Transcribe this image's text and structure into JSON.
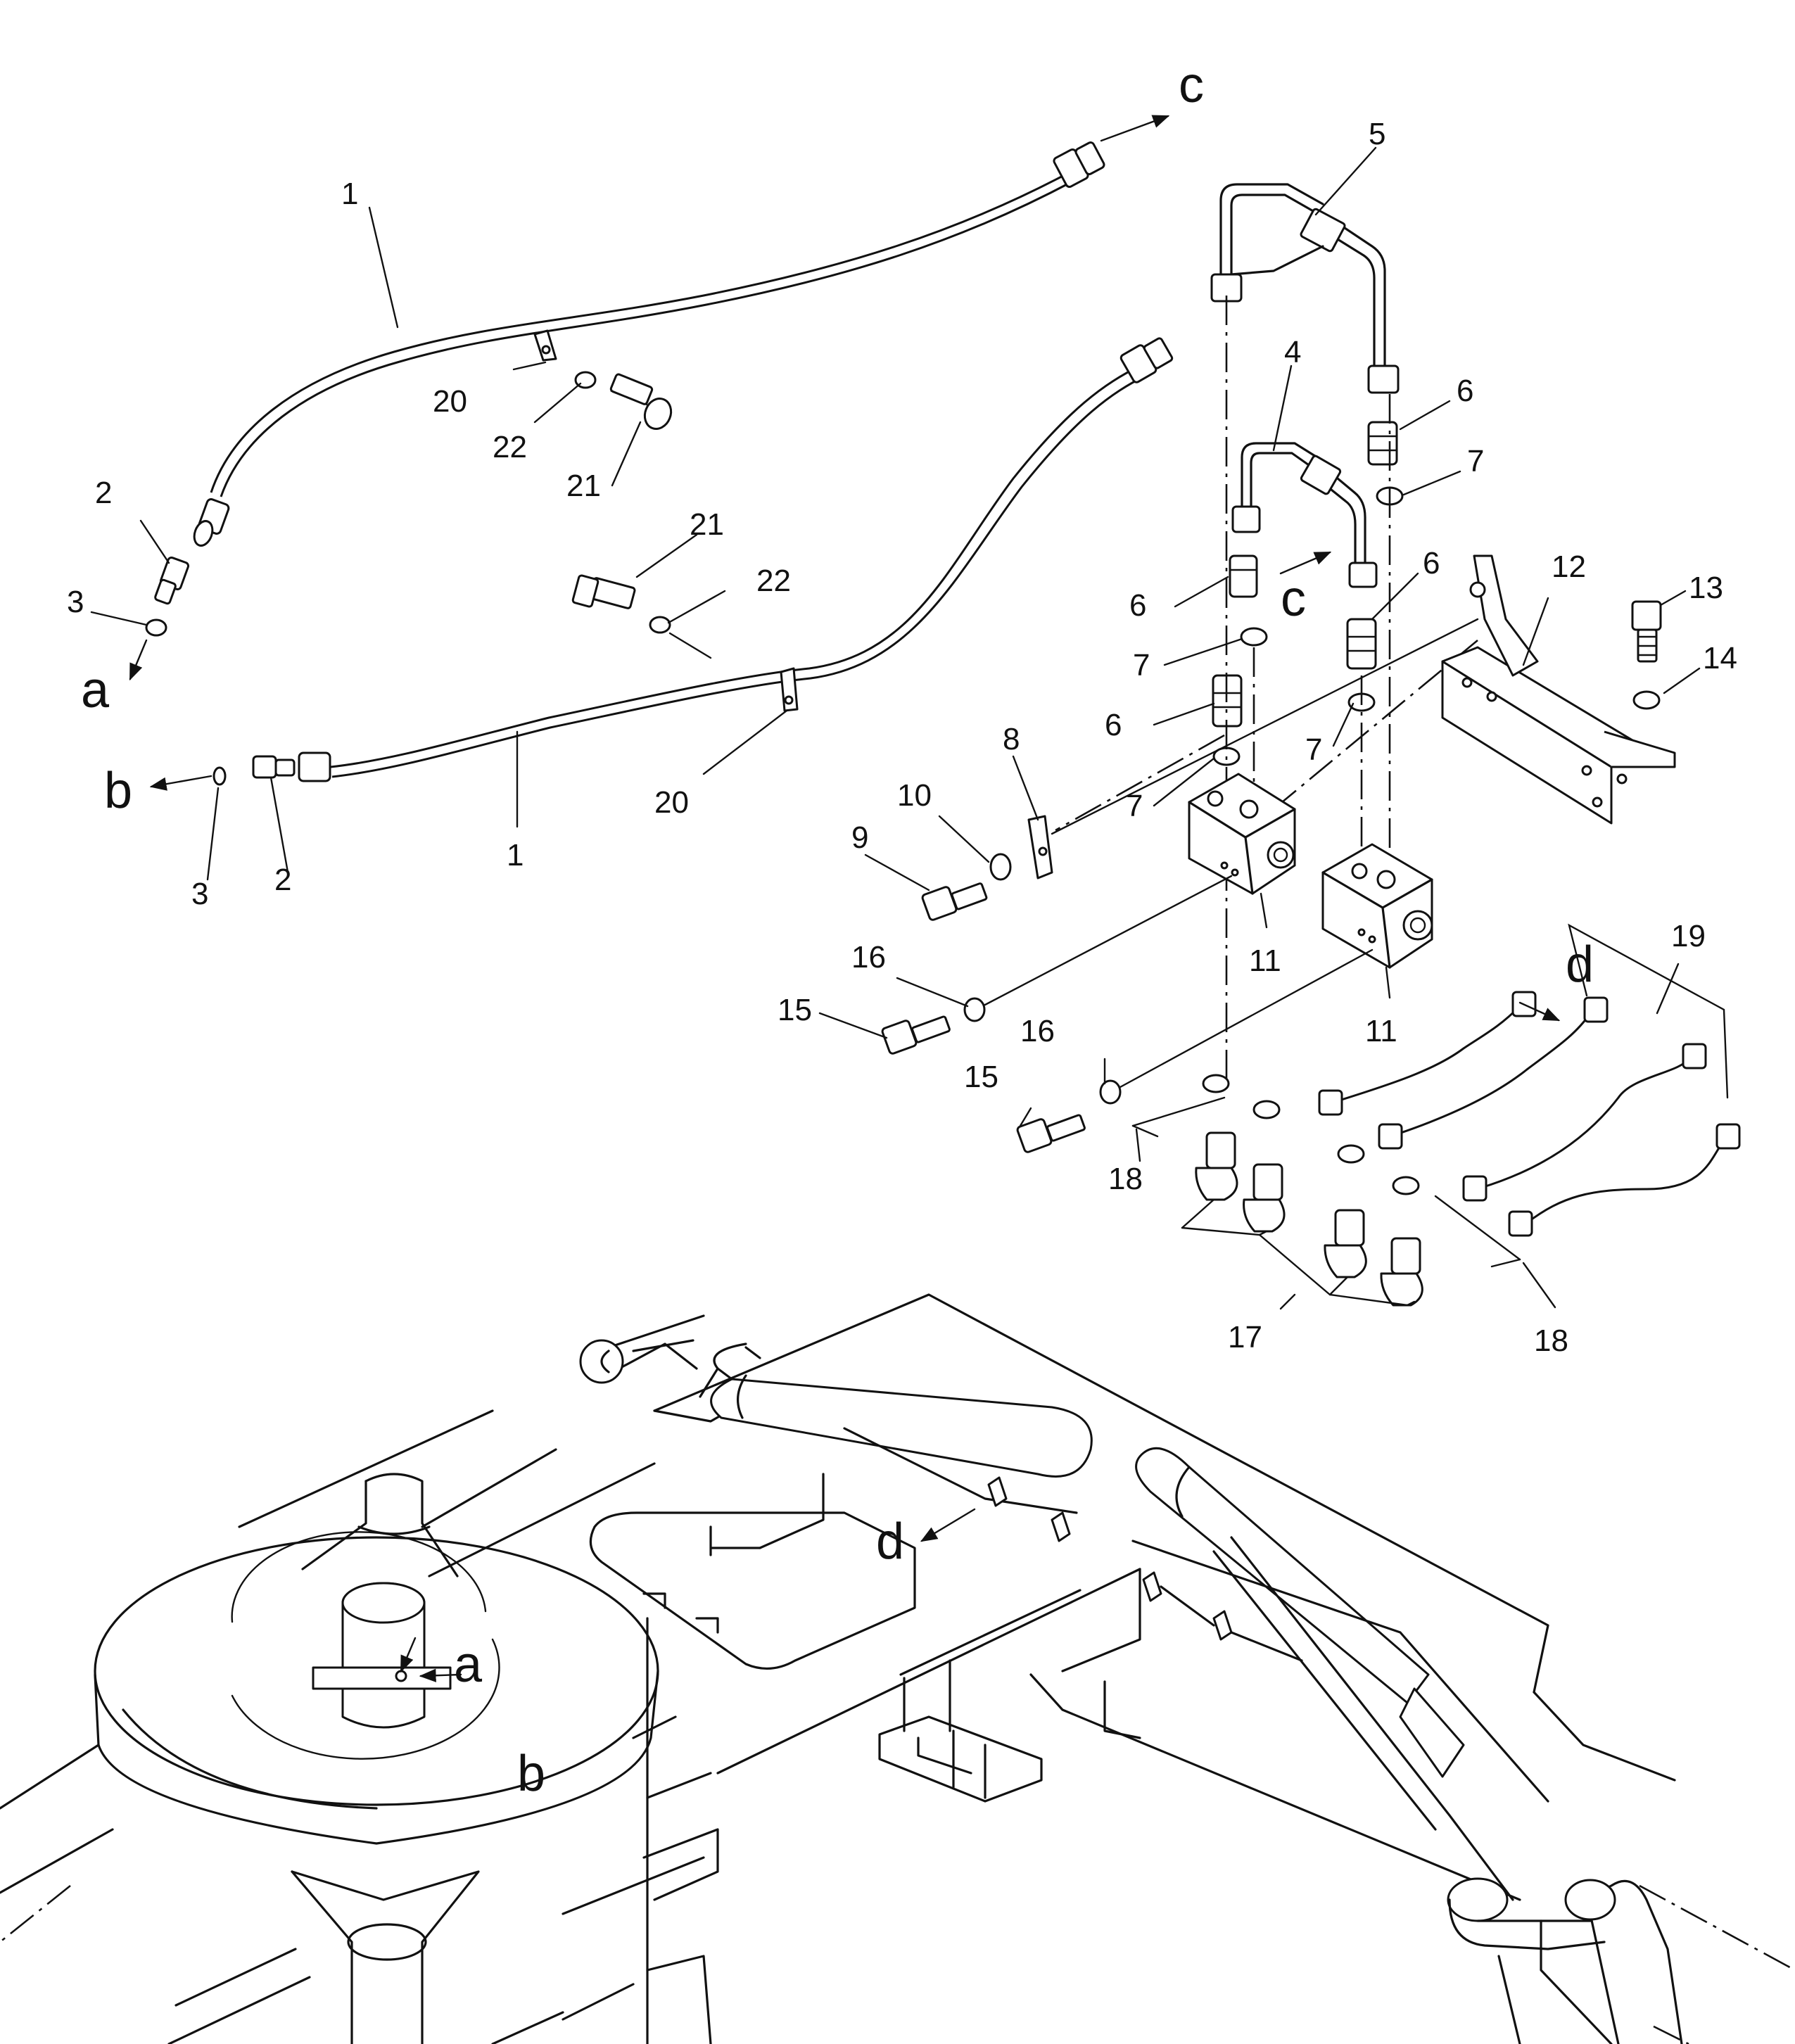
{
  "callouts": {
    "c1": "1",
    "c2": "2",
    "c3": "3",
    "c4": "4",
    "c5": "5",
    "c6": "6",
    "c7": "7",
    "c8": "8",
    "c9": "9",
    "c10": "10",
    "c11": "11",
    "c12": "12",
    "c13": "13",
    "c14": "14",
    "c15": "15",
    "c16": "16",
    "c17": "17",
    "c18": "18",
    "c19": "19",
    "c20": "20",
    "c21": "21",
    "c22": "22"
  },
  "connections": {
    "a": "a",
    "b": "b",
    "c": "c",
    "d": "d"
  }
}
